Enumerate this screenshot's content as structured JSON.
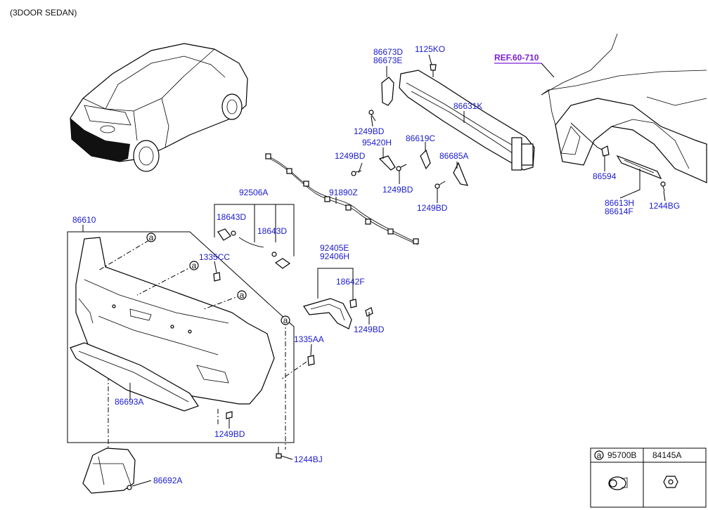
{
  "header": {
    "title": "(3DOOR SEDAN)"
  },
  "reference": {
    "label": "REF.60-710",
    "color": "#7a1fd4"
  },
  "label_color": "#1a1ad0",
  "callout_marker": "a",
  "parts": {
    "p86673D": "86673D",
    "p86673E": "86673E",
    "p1125KO": "1125KO",
    "p86631K": "86631K",
    "p1249BD_a": "1249BD",
    "p95420H": "95420H",
    "p86619C": "86619C",
    "p1249BD_b": "1249BD",
    "p86685A": "86685A",
    "p1249BD_c": "1249BD",
    "p1249BD_d": "1249BD",
    "p91890Z": "91890Z",
    "p86594": "86594",
    "p86613H": "86613H",
    "p86614F": "86614F",
    "p1244BG": "1244BG",
    "p92506A": "92506A",
    "p18643D_a": "18643D",
    "p18643D_b": "18643D",
    "p86610": "86610",
    "p1335CC": "1335CC",
    "p92405E": "92405E",
    "p92406H": "92406H",
    "p18642F": "18642F",
    "p1249BD_e": "1249BD",
    "p1335AA": "1335AA",
    "p86693A": "86693A",
    "p1249BD_f": "1249BD",
    "p1244BJ": "1244BJ",
    "p86692A": "86692A"
  },
  "legend_table": {
    "col1": "95700B",
    "col2": "84145A"
  }
}
